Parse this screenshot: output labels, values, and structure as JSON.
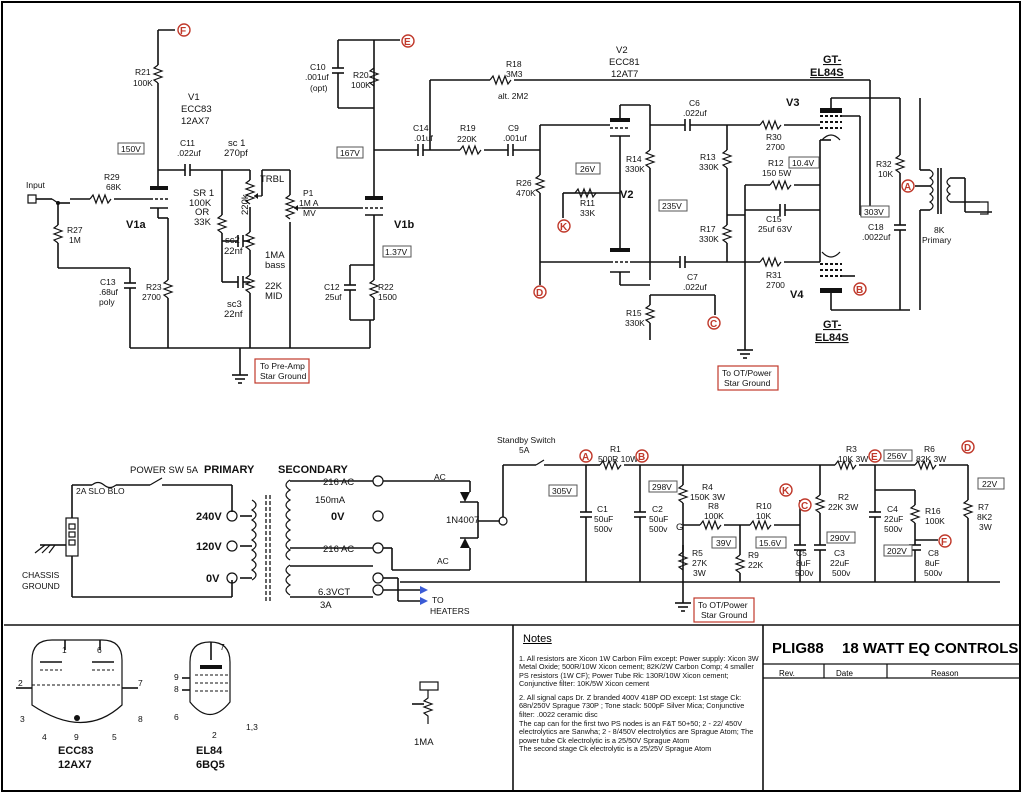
{
  "tubes": {
    "v1": [
      "V1",
      "ECC83",
      "12AX7"
    ],
    "v2": [
      "V2",
      "ECC81",
      "12AT7"
    ],
    "v1a": "V1a",
    "v1b": "V1b",
    "v2_label": "V2",
    "v3": "V3",
    "v4": "V4",
    "gt_top": [
      "GT-",
      "EL84S"
    ],
    "gt_bot": [
      "GT-",
      "EL84S"
    ]
  },
  "components": {
    "r21": [
      "R21",
      "100K"
    ],
    "r20": [
      "R20",
      "100K"
    ],
    "c10": [
      "C10",
      ".001uf",
      "(opt)"
    ],
    "r18": [
      "R18",
      "3M3",
      "alt. 2M2"
    ],
    "c11": [
      "C11",
      ".022uf"
    ],
    "sc1": [
      "sc 1",
      "270pf"
    ],
    "sr1": [
      "SR 1",
      "100K",
      "OR",
      "33K"
    ],
    "trbl": "TRBL",
    "r220k": "220k",
    "p1": [
      "P1",
      "1M A",
      "MV"
    ],
    "c14": [
      "C14",
      ".01uf"
    ],
    "r19": [
      "R19",
      "220K"
    ],
    "c9": [
      "C9",
      ".001uf"
    ],
    "c6": [
      "C6",
      ".022uf"
    ],
    "r30": [
      "R30",
      "2700"
    ],
    "r29": [
      "R29",
      "68K"
    ],
    "r27": [
      "R27",
      "1M"
    ],
    "input": "Input",
    "sc2": [
      "sc2",
      "22nf"
    ],
    "bass": [
      "1MA",
      "bass"
    ],
    "mid": [
      "22K",
      "MID"
    ],
    "sc3": [
      "sc3",
      "22nf"
    ],
    "c13": [
      "C13",
      ".68uf",
      "poly"
    ],
    "r23": [
      "R23",
      "2700"
    ],
    "c12": [
      "C12",
      "25uf"
    ],
    "r22": [
      "R22",
      "1500"
    ],
    "r26": [
      "R26",
      "470K"
    ],
    "r11": [
      "R11",
      "33K"
    ],
    "r14": [
      "R14",
      "330K"
    ],
    "r13": [
      "R13",
      "330K"
    ],
    "r12": [
      "R12",
      "150 5W"
    ],
    "r17": [
      "R17",
      "330K"
    ],
    "c15": [
      "C15",
      "25uf 63V"
    ],
    "r32": [
      "R32",
      "10K"
    ],
    "c18": [
      "C18",
      ".0022uf"
    ],
    "r15": [
      "R15",
      "330K"
    ],
    "c7": [
      "C7",
      ".022uf"
    ],
    "r31": [
      "R31",
      "2700"
    ],
    "primary8k": [
      "8K",
      "Primary"
    ],
    "r1": [
      "R1",
      "500R 10W"
    ],
    "r3": [
      "R3",
      "10K 3W"
    ],
    "r6": [
      "R6",
      "82K 3W"
    ],
    "r4": [
      "R4",
      "150K 3W"
    ],
    "r8": [
      "R8",
      "100K"
    ],
    "r10": [
      "R10",
      "10K"
    ],
    "r2": [
      "R2",
      "22K 3W"
    ],
    "c4": [
      "C4",
      "22uF",
      "500v"
    ],
    "r16": [
      "R16",
      "100K"
    ],
    "r7": [
      "R7",
      "8K2",
      "3W"
    ],
    "c1": [
      "C1",
      "50uF",
      "500v"
    ],
    "c2": [
      "C2",
      "50uF",
      "500v"
    ],
    "r5": [
      "R5",
      "27K",
      "3W"
    ],
    "r9": [
      "R9",
      "22K"
    ],
    "c5": [
      "C5",
      "8uF",
      "500v"
    ],
    "c3": [
      "C3",
      "22uF",
      "500v"
    ],
    "c8": [
      "C8",
      "8uF",
      "500v"
    ],
    "g": "G",
    "d1n4007": "1N4007",
    "standby": [
      "Standby Switch",
      "5A"
    ],
    "powersw": "POWER SW 5A",
    "fuse": "2A SLO BLO",
    "primary": "PRIMARY",
    "secondary": "SECONDARY",
    "v240": "240V",
    "v120": "120V",
    "v0": "0V",
    "ac216a": "216 AC",
    "ma150": "150mA",
    "sec0v": "0V",
    "ac216b": "216 AC",
    "ac1": "AC",
    "ac2": "AC",
    "heater": [
      "6.3VCT",
      "3A"
    ],
    "to_heaters": [
      "TO",
      "HEATERS"
    ],
    "chassis": [
      "CHASSIS",
      "GROUND"
    ]
  },
  "voltages": {
    "v150": "150V",
    "v167": "167V",
    "v26": "26V",
    "v235": "235V",
    "v137": "1.37V",
    "v104": "10.4V",
    "v303": "303V",
    "v305": "305V",
    "v298": "298V",
    "v39": "39V",
    "v156": "15.6V",
    "v290": "290V",
    "v256": "256V",
    "v202": "202V",
    "v22": "22V"
  },
  "nodes": {
    "a": "A",
    "b": "B",
    "c": "C",
    "d": "D",
    "e": "E",
    "f": "F",
    "k": "K"
  },
  "grounds": {
    "preamp": [
      "To Pre-Amp",
      "Star Ground"
    ],
    "ot1": [
      "To OT/Power",
      "Star Ground"
    ],
    "ot2": [
      "To OT/Power",
      "Star Ground"
    ]
  },
  "pinouts": {
    "ecc83": [
      "ECC83",
      "12AX7"
    ],
    "el84": [
      "EL84",
      "6BQ5"
    ],
    "ma": "1MA",
    "ecc83_pins": [
      "1",
      "2",
      "3",
      "4",
      "5",
      "6",
      "7",
      "8",
      "9"
    ],
    "el84_pins": [
      "9",
      "8",
      "7",
      "6",
      "1,3",
      "2"
    ]
  },
  "notes": {
    "title": "Notes",
    "n1": "1. All resistors are Xicon 1W Carbon Film except:  Power supply: Xicon 3W Metal Oxide; 500R/10W Xicon cement; 82K/2W Carbon Comp; 4 smaller PS resistors (1W CF);  Power Tube Rk: 130R/10W Xicon cement; Conjunctive filter: 10K/5W Xicon cement",
    "n2": "2. All signal caps Dr. Z branded 400V 418P OD except:  1st stage Ck: 68n/250V Sprague 730P ;  Tone stack: 500pF Silver Mica; Conjunctive filter: .0022 ceramic disc",
    "n3": "The cap can for the first two PS nodes is an F&T 50+50;  2 - 22/ 450V electrolytics are Sanwha;  2 -  8/450V electrolytics are Sprague Atom;  The power tube Ck electrolytic is a 25/50V Sprague Atom",
    "n4": "The second stage Ck electrolytic is a 25/25V Sprague Atom"
  },
  "titleblock": {
    "name": "PLIG88",
    "title": "18 WATT EQ CONTROLS",
    "rev": "Rev.",
    "date": "Date",
    "reason": "Reason"
  }
}
